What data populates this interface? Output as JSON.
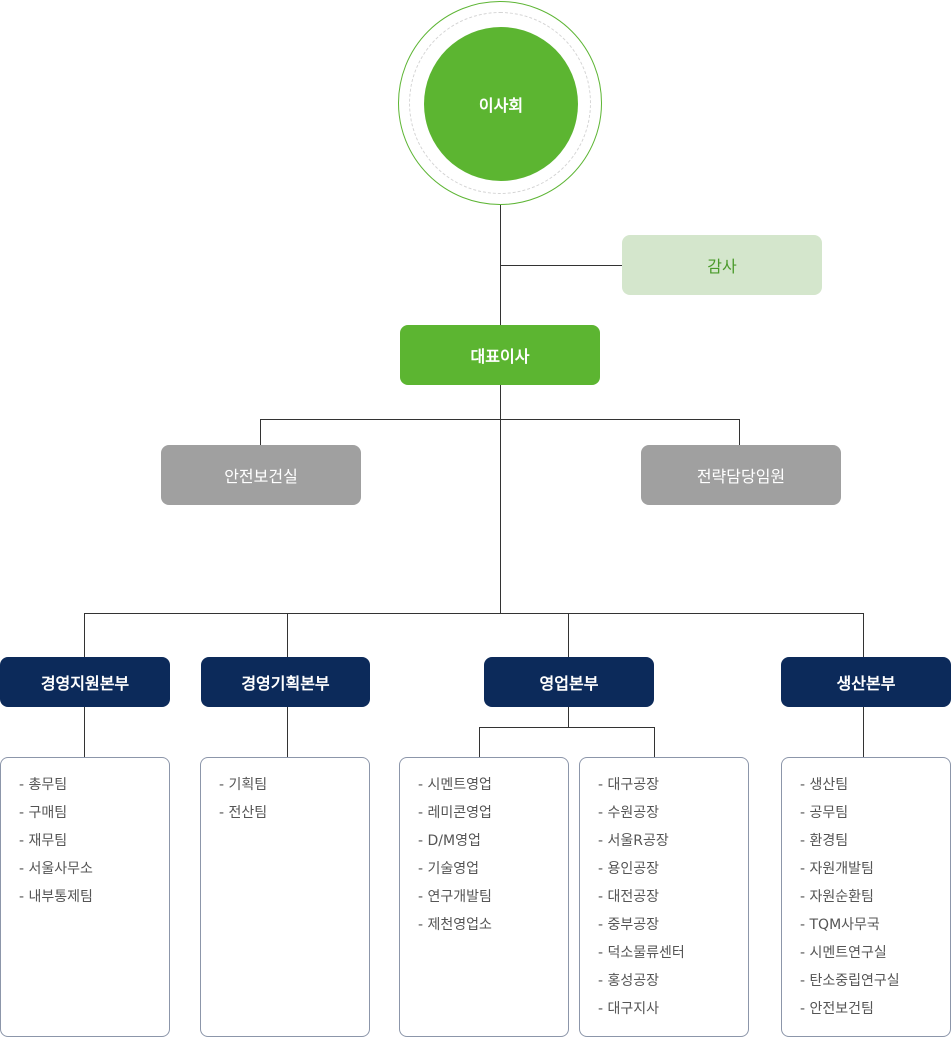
{
  "board": {
    "label": "이사회"
  },
  "audit": {
    "label": "감사"
  },
  "ceo": {
    "label": "대표이사"
  },
  "staff": [
    {
      "label": "안전보건실"
    },
    {
      "label": "전략담당임원"
    }
  ],
  "divisions": [
    {
      "label": "경영지원본부",
      "teams": [
        "- 총무팀",
        "- 구매팀",
        "- 재무팀",
        "- 서울사무소",
        "- 내부통제팀"
      ]
    },
    {
      "label": "경영기획본부",
      "teams": [
        "- 기획팀",
        "- 전산팀"
      ]
    },
    {
      "label": "영업본부"
    },
    {
      "label": "생산본부",
      "teams": [
        "- 생산팀",
        "- 공무팀",
        "- 환경팀",
        "- 자원개발팀",
        "- 자원순환팀",
        "- TQM사무국",
        "- 시멘트연구실",
        "- 탄소중립연구실",
        "- 안전보건팀"
      ]
    }
  ],
  "sales_groups": [
    {
      "teams": [
        "- 시멘트영업",
        "- 레미콘영업",
        "- D/M영업",
        "- 기술영업",
        "- 연구개발팀",
        "- 제천영업소"
      ]
    },
    {
      "teams": [
        "- 대구공장",
        "- 수원공장",
        "- 서울R공장",
        "- 용인공장",
        "- 대전공장",
        "- 중부공장",
        "- 덕소물류센터",
        "- 홍성공장",
        "- 대구지사"
      ]
    }
  ]
}
